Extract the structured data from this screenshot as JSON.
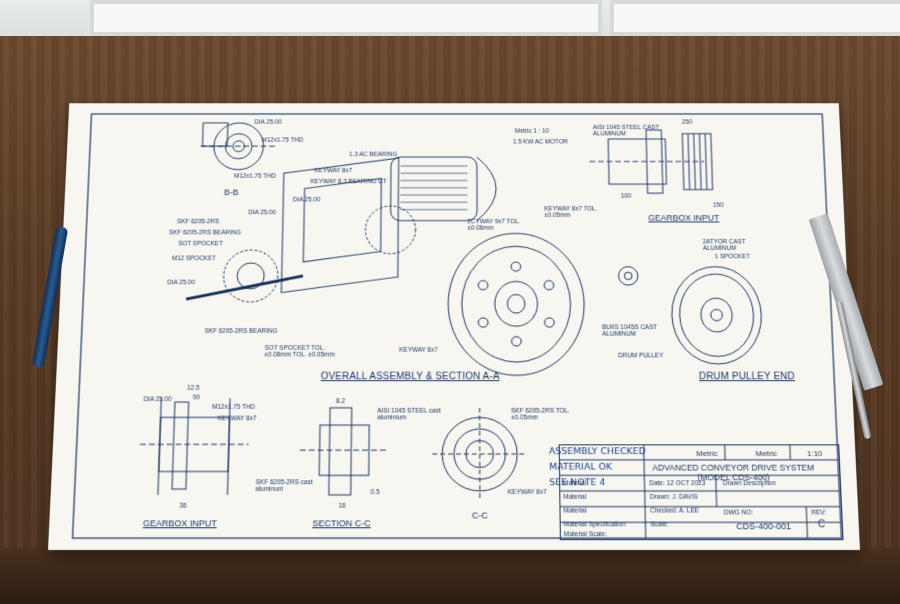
{
  "sheet": {
    "scale_note": "Metric 1 : 10",
    "motor_label": "1.5 KW AC MOTOR",
    "overall_title": "OVERALL ASSEMBLY & SECTION A-A",
    "drum_title": "DRUM PULLEY END",
    "gearbox_input_title_top": "GEARBOX INPUT",
    "gearbox_input_title_bottom": "GEARBOX INPUT",
    "section_cc_title": "SECTION C-C",
    "cc_label": "C-C",
    "bb_label": "B-B",
    "callouts": {
      "dia25_1": "DIA 25.00",
      "dia25_2": "DIA 25.00",
      "thread": "M12x1.75 THD",
      "thread2": "M12x1.75 THD",
      "bearing_ac": "1.3 AC BEARING",
      "keyway_87": "KEYWAY 8x7",
      "keyway_83": "KEYWAY 8.3 BEARING UT",
      "skf_bearing_1": "SKF 6205-2RS",
      "skf_bearing_2": "SKF 6205-2RS BEARING",
      "sot_spocket": "SOT SPOCKET",
      "m12_spocket": "M12 SPOCKET",
      "dia25_3": "DIA 25.00",
      "dia25_4": "DIA 25.00",
      "skf_bearing_3": "SKF 6205-2RS BEARING",
      "sot_spocket_tol": "SOT SPOCKET TOL. ±0.08mm TOL. ±0.05mm",
      "keyway_bottom": "KEYWAY 8x7",
      "keyway_right": "KEYWAY 8x7 TOL. ±0.05mm",
      "keyway_tol": "2CYWAY 9x7 TOL. ±0.08mm",
      "aisi_top": "AISI 1045 STEEL CAST ALUMINUM",
      "aisi_cc": "AISI 1045 STEEL cast aluminium",
      "skf_cc": "SKF 6205-2RS TOL. ±0.05mm",
      "keyway_cc": "KEYWAY 8x7",
      "skf_bottom": "SKF 6205-2RS cast aluminum",
      "drum_mat": "BUIIS 1045S CAST ALUMINUM",
      "drum_mat2": "2ATYOR CAST ALUMINUM",
      "spocket_1": "1 SPOCKET",
      "drum_pulley": "DRUM PULLEY",
      "keyway_87b": "KEYWAY 8x7"
    },
    "dims": {
      "d125": "12.5",
      "d90": "90",
      "d36": "36",
      "d82": "8.2",
      "d16": "16",
      "d05": "0.5",
      "d250": "250",
      "d100": "100",
      "d150": "150"
    },
    "checks": {
      "assembly": "ASSEMBLY CHECKED",
      "material": "MATERIAL OK",
      "note": "SEE NOTE 4"
    },
    "title_block": {
      "metric_1": "Metric",
      "metric_2": "Metric",
      "scale": "1:10",
      "system_title": "ADVANCED CONVEYOR DRIVE SYSTEM (MODEL CDS-400)",
      "material_1": "Material",
      "material_2": "Material",
      "material_3": "Material",
      "material_spec": "Material Specification",
      "material_scale": "Material Scale:",
      "date": "Date:  12 OCT 2023",
      "drawn": "Drawn:  J. DAVIS",
      "checked": "Checked: A. LEE",
      "drawn_desc": "Drawn Description",
      "scale_label": "Scale:",
      "dwg_label": "DWG NO:",
      "dwg_no": "CDS-400-001",
      "rev_label": "REV:",
      "rev": "C"
    }
  }
}
